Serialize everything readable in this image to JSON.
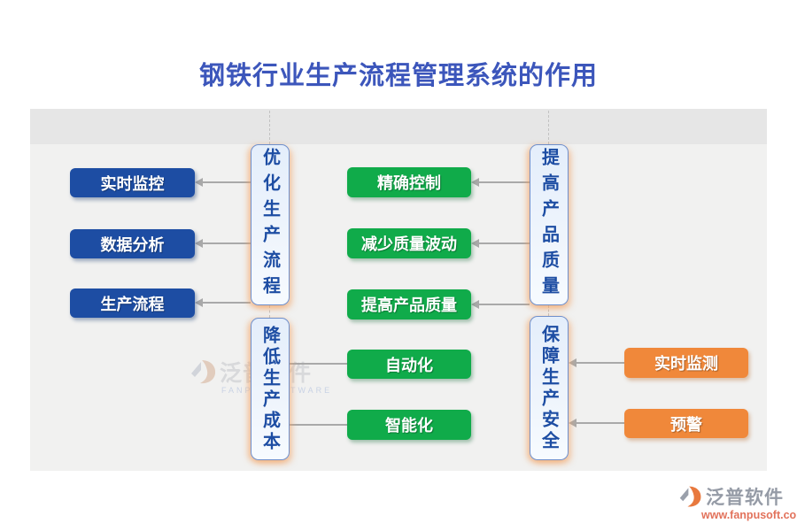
{
  "title": "钢铁行业生产流程管理系统的作用",
  "colors": {
    "title_blue": "#3c56bb",
    "node_blue": "#1d4da3",
    "node_green": "#10ab4a",
    "node_orange": "#f0883a",
    "pill_fill": "#eef4fc",
    "pill_border": "#6f8fcb",
    "pill_text": "#1d4da3",
    "pill_glow": "#f5b183",
    "connector_gray": "#a9a9a9",
    "canvas_strip": "#e6e6e6",
    "canvas_body": "#f1f1f0",
    "logo_gray": "#959ba6",
    "logo_orange": "#e2725b"
  },
  "diagram": {
    "branches": [
      {
        "pill": "优化生产流程",
        "node_color": "blue",
        "arrow": "toward-children",
        "children": [
          {
            "label": "实时监控"
          },
          {
            "label": "数据分析"
          },
          {
            "label": "生产流程"
          }
        ]
      },
      {
        "pill": "提高产品质量",
        "node_color": "green",
        "arrow": "toward-children",
        "children": [
          {
            "label": "精确控制"
          },
          {
            "label": "减少质量波动"
          },
          {
            "label": "提高产品质量"
          }
        ]
      },
      {
        "pill": "降低生产成本",
        "node_color": "green",
        "arrow": "none",
        "children": [
          {
            "label": "自动化"
          },
          {
            "label": "智能化"
          }
        ]
      },
      {
        "pill": "保障生产安全",
        "node_color": "orange",
        "arrow": "toward-pill",
        "children": [
          {
            "label": "实时监测"
          },
          {
            "label": "预警"
          }
        ]
      }
    ]
  },
  "watermark": {
    "brand": "泛普软件",
    "sub": "FANPU SOFTWARE"
  },
  "logo": {
    "brand": "泛普软件",
    "url": "www.fanpusoft.com"
  }
}
